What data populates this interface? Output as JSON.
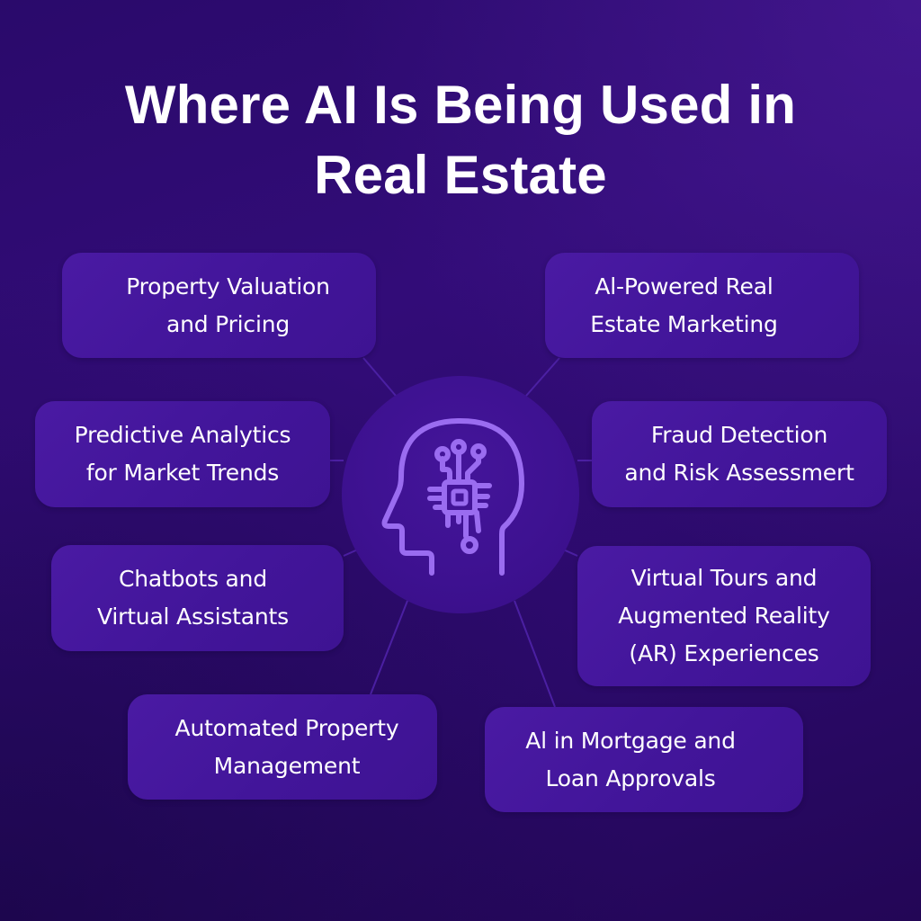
{
  "title": {
    "line1": "Where AI Is Being Used in",
    "line2": "Real Estate"
  },
  "hub": {
    "icon": "ai-head-circuit-icon",
    "icon_color": "#9a6cf0"
  },
  "colors": {
    "background_top": "#320c78",
    "background_bottom": "#230656",
    "card_fill": "#44169c",
    "hub_fill": "#3d1190",
    "connector": "#4f22a8",
    "icon_stroke": "#9a6cf0",
    "text": "#ffffff"
  },
  "cards": [
    {
      "lines": [
        "Property Valuation",
        "and Pricing"
      ]
    },
    {
      "lines": [
        "Al-Powered Real",
        "Estate Marketing"
      ]
    },
    {
      "lines": [
        "Predictive Analytics",
        "for Market Trends"
      ]
    },
    {
      "lines": [
        "Fraud Detection",
        "and Risk Assessmert"
      ]
    },
    {
      "lines": [
        "Chatbots and",
        "Virtual Assistants"
      ]
    },
    {
      "lines": [
        "Virtual Tours and",
        "Augmented Reality",
        "(AR) Experiences"
      ]
    },
    {
      "lines": [
        "Automated Property",
        "Management"
      ]
    },
    {
      "lines": [
        "Al in Mortgage and",
        "Loan Approvals"
      ]
    }
  ]
}
